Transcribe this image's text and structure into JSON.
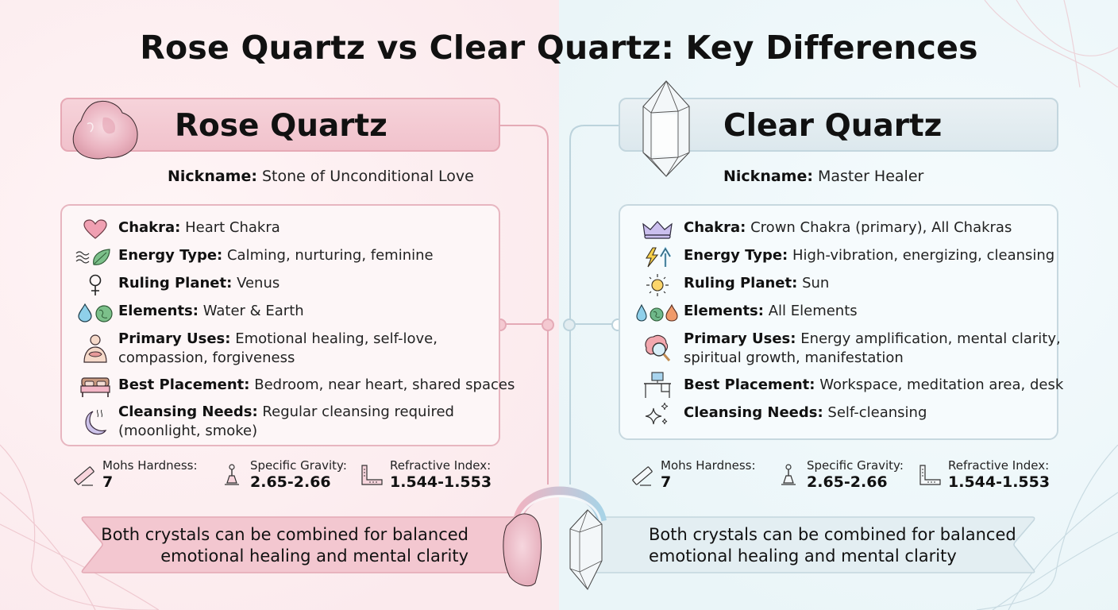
{
  "title": "Rose Quartz vs Clear Quartz: Key Differences",
  "colors": {
    "rose_accent": "#f1c2cc",
    "rose_border": "#e6a9b5",
    "clear_accent": "#dce8ed",
    "clear_border": "#c3d6de"
  },
  "rose": {
    "name": "Rose Quartz",
    "nickname_label": "Nickname:",
    "nickname": "Stone of Unconditional Love",
    "properties": [
      {
        "icon": "heart-icon",
        "label": "Chakra:",
        "value": "Heart Chakra"
      },
      {
        "icon": "wave-leaf-icon",
        "label": "Energy Type:",
        "value": "Calming, nurturing, feminine"
      },
      {
        "icon": "venus-symbol-icon",
        "label": "Ruling Planet:",
        "value": "Venus"
      },
      {
        "icon": "water-earth-icon",
        "label": "Elements:",
        "value": "Water & Earth"
      },
      {
        "icon": "self-love-person-icon",
        "label": "Primary Uses:",
        "value": "Emotional healing, self-love,",
        "value2": "compassion, forgiveness"
      },
      {
        "icon": "bed-icon",
        "label": "Best Placement:",
        "value": "Bedroom, near heart, shared spaces"
      },
      {
        "icon": "moon-smoke-icon",
        "label": "Cleansing Needs:",
        "value": "Regular cleansing required",
        "value2": "(moonlight, smoke)"
      }
    ],
    "stats": [
      {
        "icon": "ruler-icon",
        "label": "Mohs Hardness:",
        "value": "7"
      },
      {
        "icon": "scale-weight-icon",
        "label": "Specific Gravity:",
        "value": "2.65-2.66"
      },
      {
        "icon": "set-square-icon",
        "label": "Refractive Index:",
        "value": "1.544-1.553"
      }
    ],
    "banner": {
      "line1": "Both crystals can be combined for balanced",
      "line2": "emotional healing and mental clarity"
    }
  },
  "clear": {
    "name": "Clear Quartz",
    "nickname_label": "Nickname:",
    "nickname": "Master Healer",
    "properties": [
      {
        "icon": "crown-icon",
        "label": "Chakra:",
        "value": "Crown Chakra (primary), All Chakras"
      },
      {
        "icon": "lightning-arrow-icon",
        "label": "Energy Type:",
        "value": "High-vibration, energizing, cleansing"
      },
      {
        "icon": "sun-icon",
        "label": "Ruling Planet:",
        "value": "Sun"
      },
      {
        "icon": "water-earth-fire-icon",
        "label": "Elements:",
        "value": "All Elements"
      },
      {
        "icon": "brain-magnifier-icon",
        "label": "Primary Uses:",
        "value": "Energy amplification, mental clarity,",
        "value2": "spiritual growth, manifestation"
      },
      {
        "icon": "desk-icon",
        "label": "Best Placement:",
        "value": "Workspace, meditation area, desk"
      },
      {
        "icon": "sparkles-icon",
        "label": "Cleansing Needs:",
        "value": "Self-cleansing"
      }
    ],
    "stats": [
      {
        "icon": "ruler-icon",
        "label": "Mohs Hardness:",
        "value": "7"
      },
      {
        "icon": "scale-weight-icon",
        "label": "Specific Gravity:",
        "value": "2.65-2.66"
      },
      {
        "icon": "set-square-icon",
        "label": "Refractive Index:",
        "value": "1.544-1.553"
      }
    ],
    "banner": {
      "line1": "Both crystals can be combined for balanced",
      "line2": "emotional healing and mental clarity"
    }
  }
}
